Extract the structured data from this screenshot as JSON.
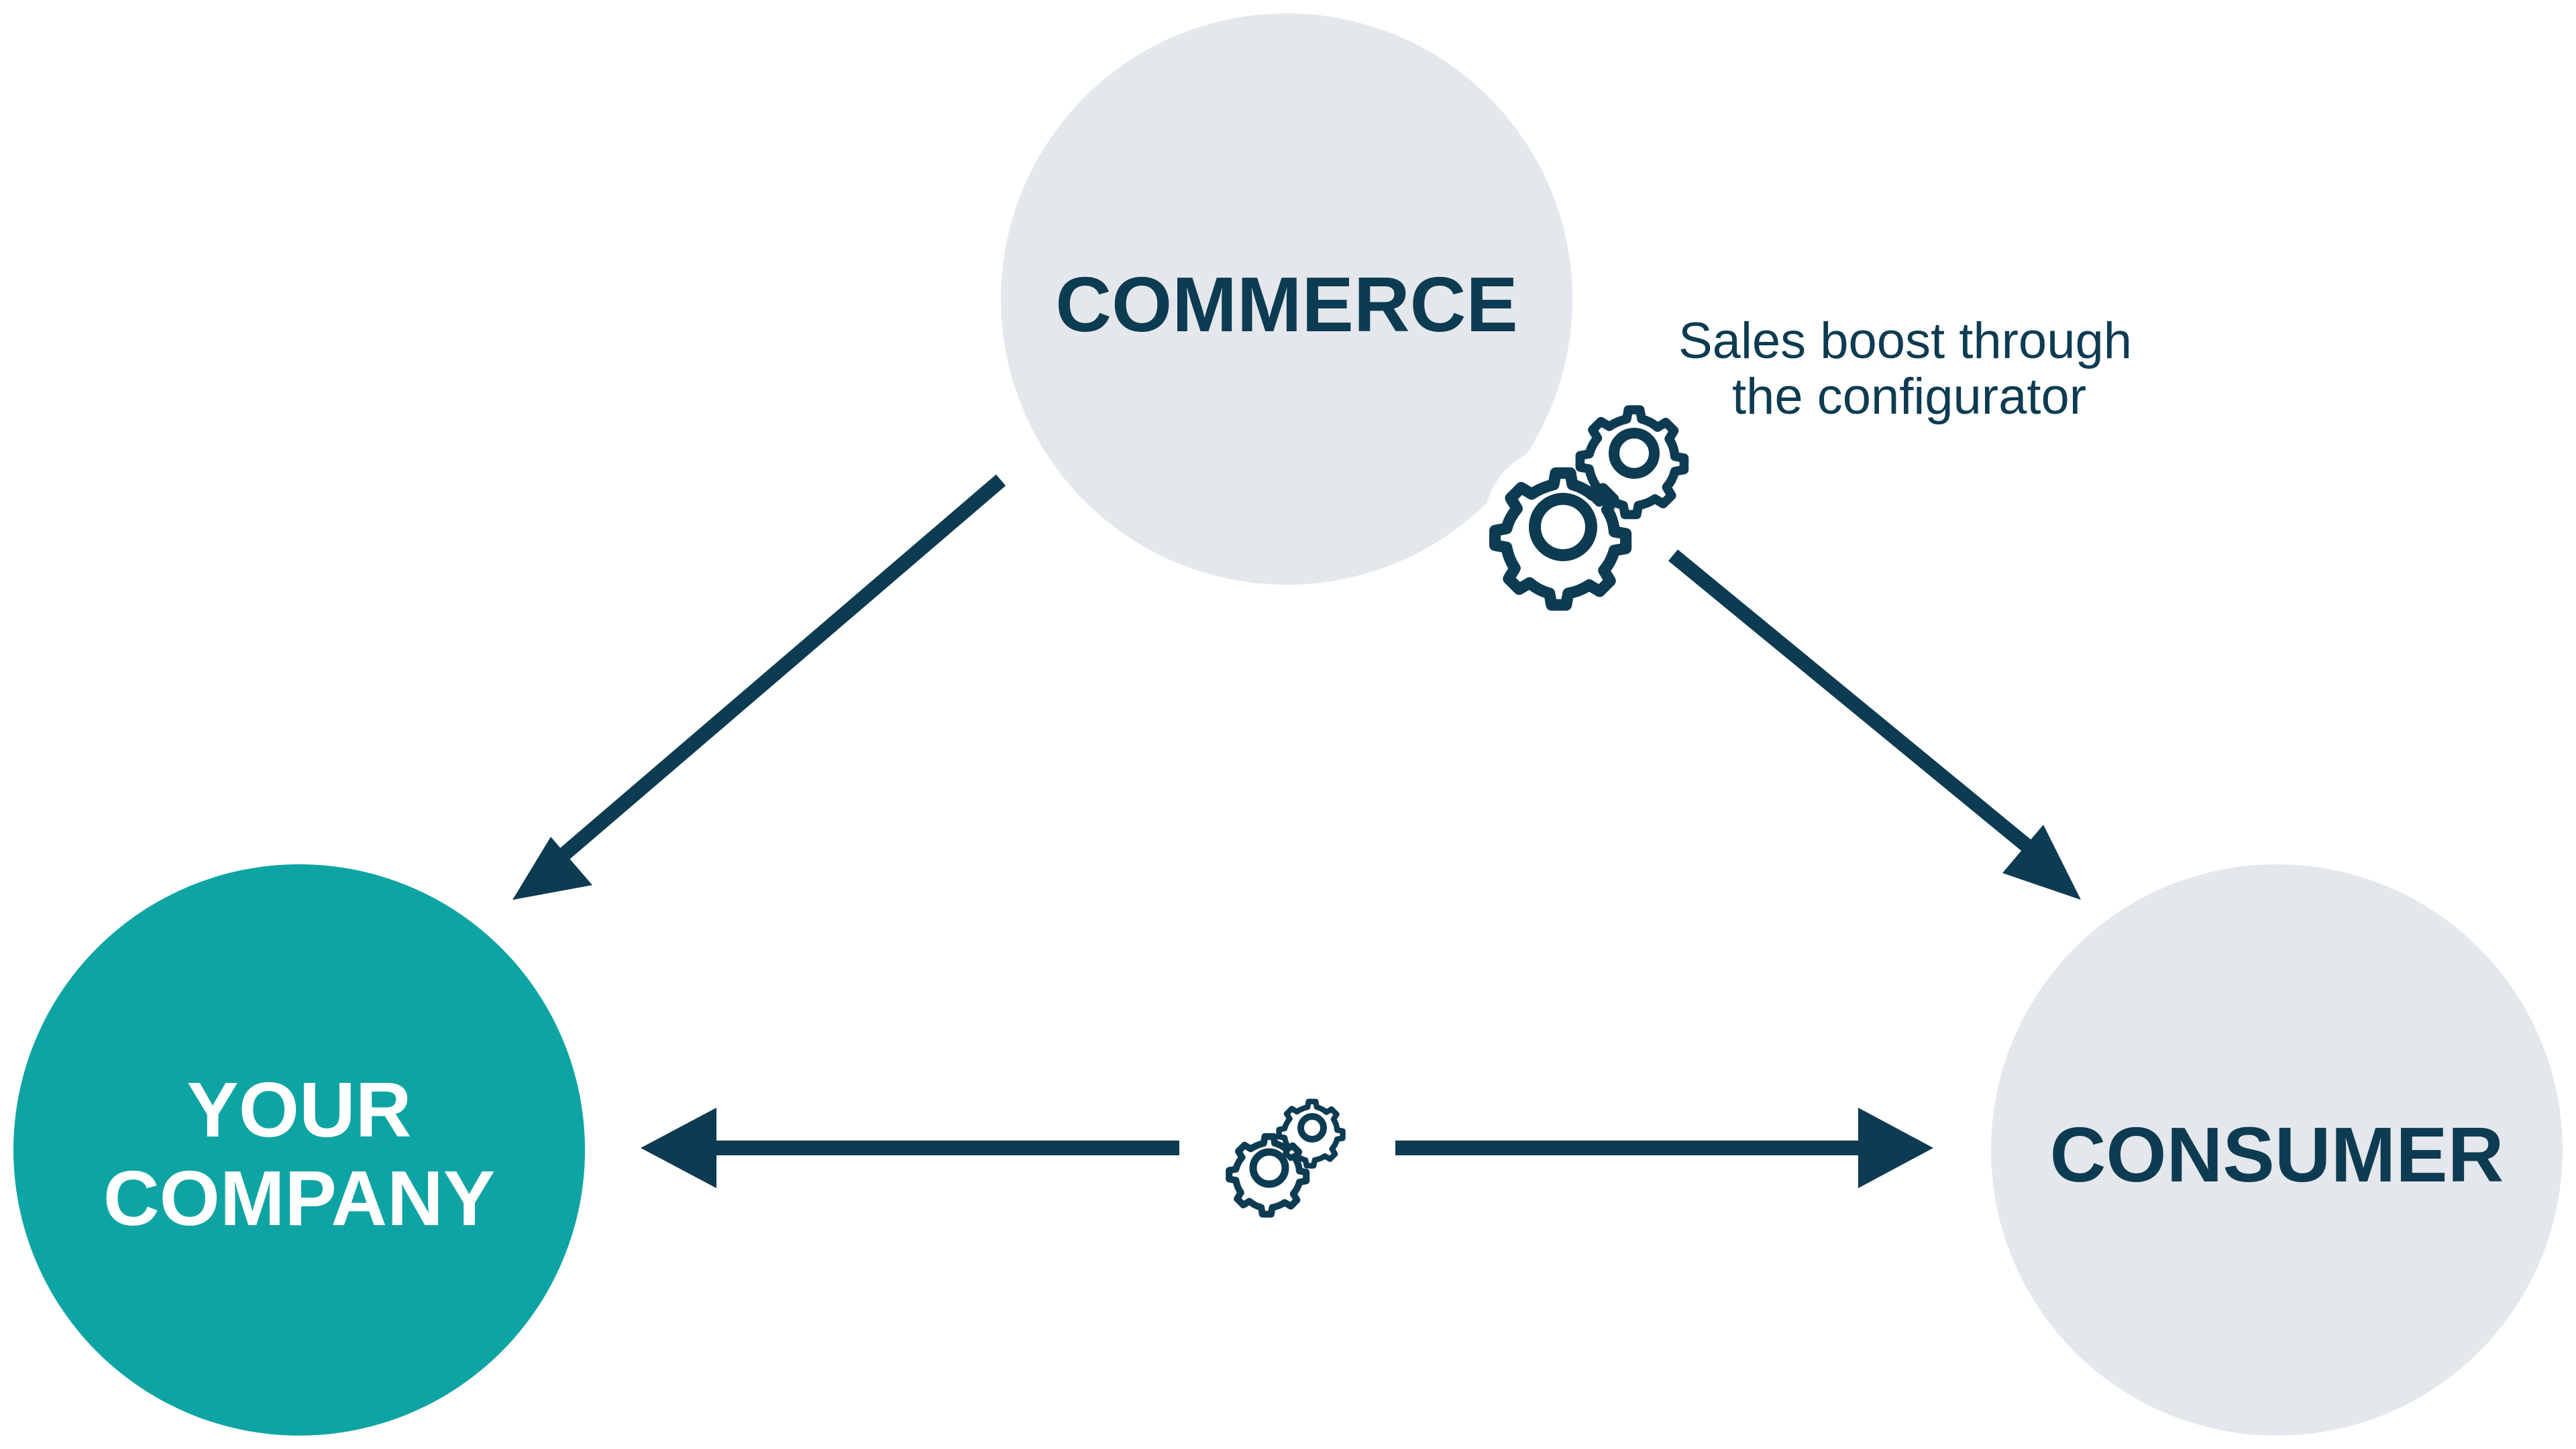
{
  "colors": {
    "primary_dark": "#0d3b52",
    "teal": "#0fa4a4",
    "circle_grey": "#e4e7eb",
    "white": "#ffffff"
  },
  "nodes": {
    "commerce": {
      "label": "COMMERCE"
    },
    "your_company": {
      "label_line1": "YOUR",
      "label_line2": "COMPANY"
    },
    "consumer": {
      "label": "CONSUMER"
    }
  },
  "annotation": {
    "line1": "Sales boost through",
    "line2": "the configurator"
  },
  "icons": {
    "large_gears": "gears-icon",
    "small_gears": "gears-icon"
  }
}
